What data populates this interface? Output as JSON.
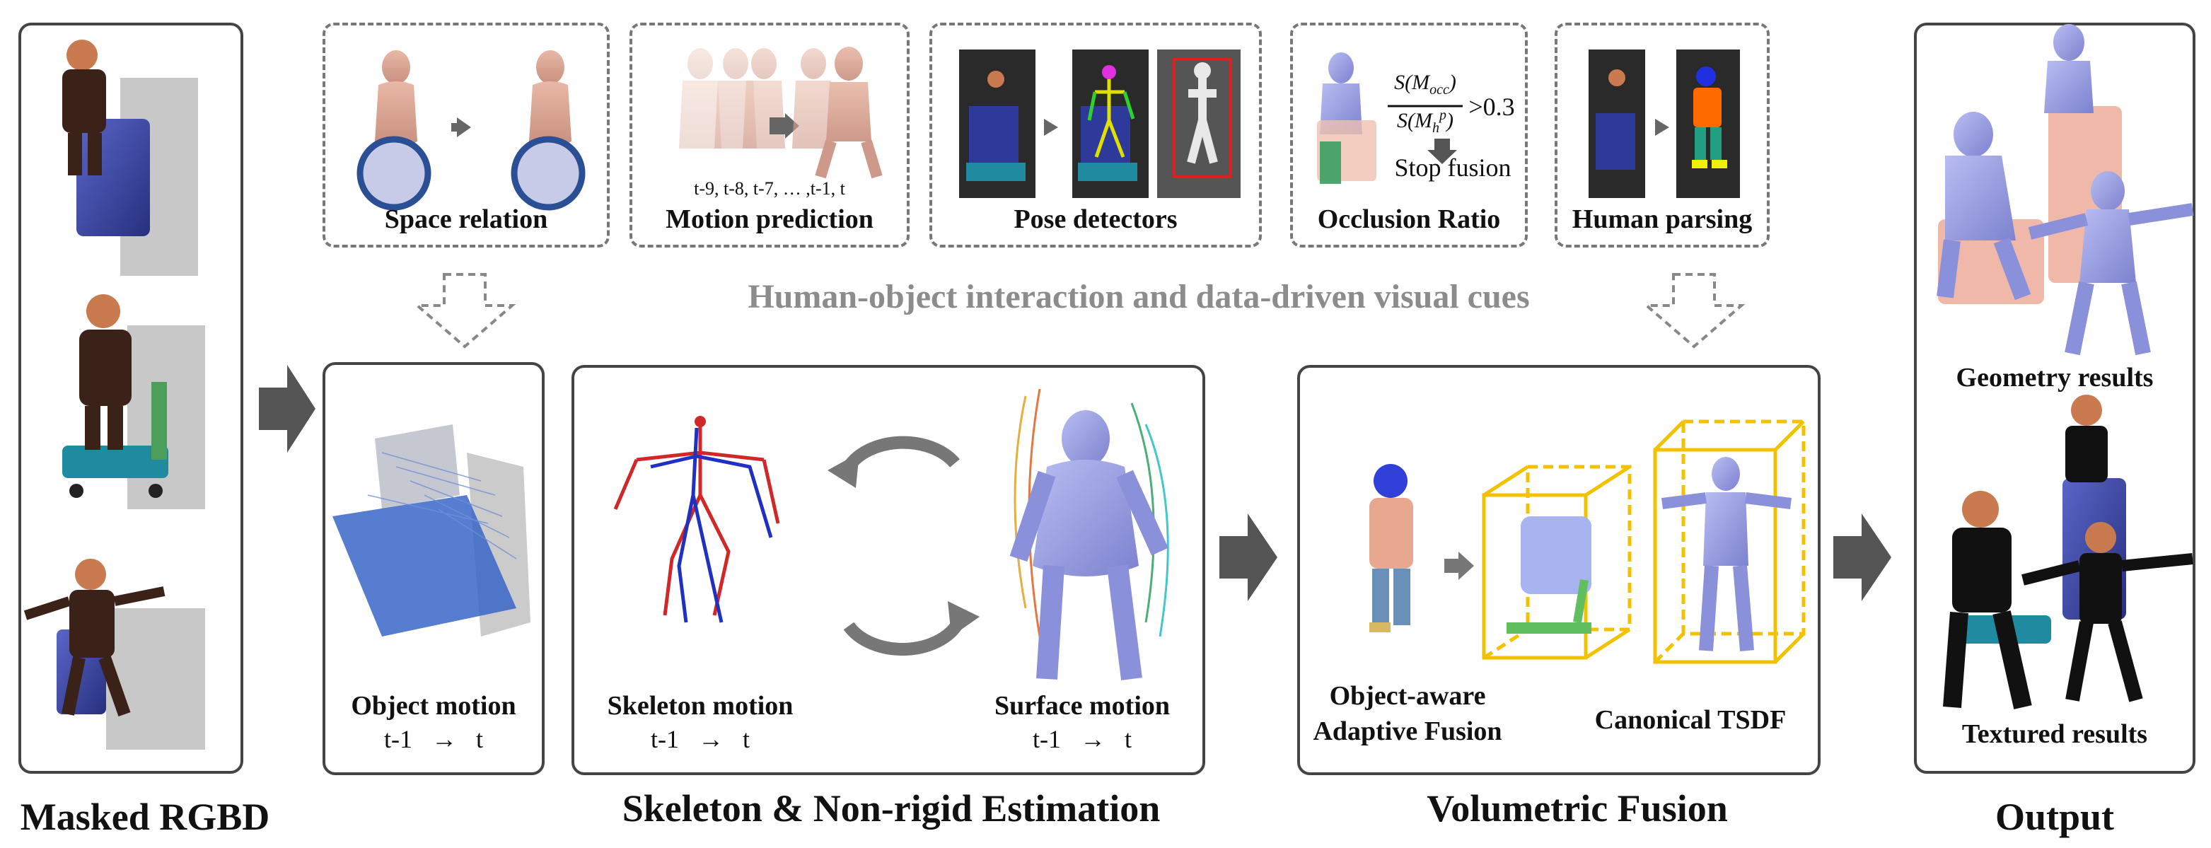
{
  "sections": {
    "masked_rgbd": "Masked RGBD",
    "estimation": "Skeleton & Non-rigid Estimation",
    "fusion": "Volumetric Fusion",
    "output": "Output"
  },
  "cues": {
    "title": "Human-object interaction and data-driven visual cues",
    "space_relation": "Space relation",
    "motion_prediction": "Motion prediction",
    "motion_prediction_frames": "t-9, t-8, t-7, … ,t-1,  t",
    "pose_detectors": "Pose detectors",
    "occlusion_ratio": "Occlusion Ratio",
    "occlusion_numerator": "S(M",
    "occlusion_numerator_sub": "occ",
    "occlusion_denominator": "S(M",
    "occlusion_denominator_sub": "h",
    "occlusion_denominator_sup": "p",
    "occlusion_threshold": ">0.3",
    "stop_fusion": "Stop fusion",
    "human_parsing": "Human parsing"
  },
  "motion": {
    "object_motion": "Object motion",
    "skeleton_motion": "Skeleton motion",
    "surface_motion": "Surface motion",
    "from": "t-1",
    "arrow": "→",
    "to": "t"
  },
  "fusion": {
    "object_aware_line1": "Object-aware",
    "object_aware_line2": "Adaptive Fusion",
    "canonical_tsdf": "Canonical  TSDF"
  },
  "output": {
    "geometry_results": "Geometry results",
    "textured_results": "Textured results"
  },
  "colors": {
    "panel_border": "#444444",
    "dash_border": "#777777",
    "flow_arrow": "#555555",
    "cue_title": "#8c8c8c",
    "tsdf_box": "#f2c200",
    "mesh": "#9aa0e6",
    "object_mesh": "#f0b8a8",
    "skeleton_red": "#d02828",
    "skeleton_blue": "#2030c0"
  }
}
